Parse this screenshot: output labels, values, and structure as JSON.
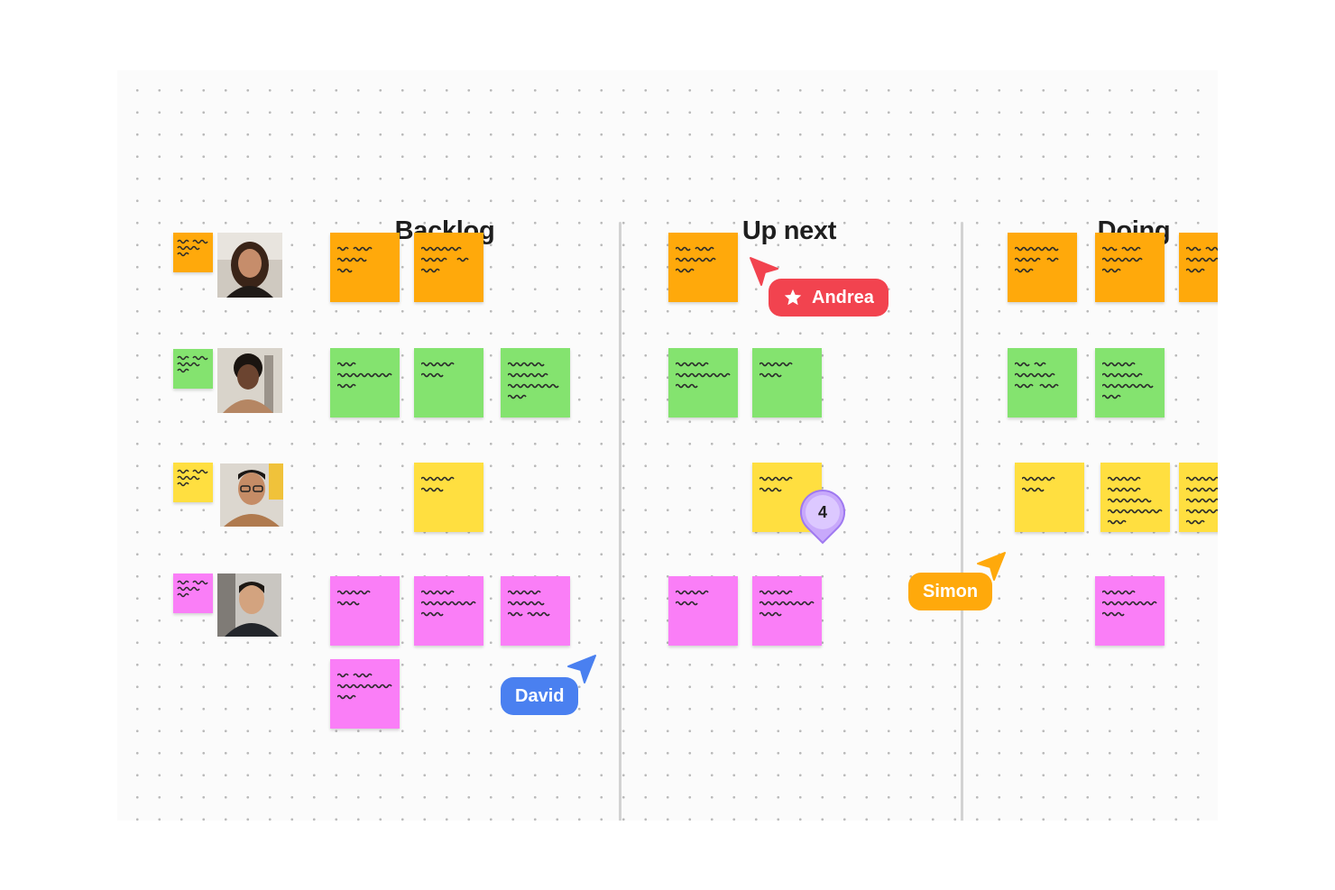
{
  "board": {
    "columns": [
      {
        "title": "Backlog"
      },
      {
        "title": "Up next"
      },
      {
        "title": "Doing"
      }
    ]
  },
  "colors": {
    "orange": "#ffa90b",
    "green": "#84e36f",
    "yellow": "#ffdf40",
    "pink": "#fa7ef7",
    "andrea": "#f2434f",
    "david": "#4a80f0",
    "simon": "#ffa90b",
    "comment": "#c8a9fb"
  },
  "collaborators": {
    "andrea": {
      "name": "Andrea",
      "icon": "star-icon"
    },
    "david": {
      "name": "David"
    },
    "simon": {
      "name": "Simon"
    }
  },
  "comment": {
    "count": "4"
  },
  "rows": [
    {
      "avatar": "person-icon"
    },
    {
      "avatar": "person-icon"
    },
    {
      "avatar": "person-icon"
    },
    {
      "avatar": "person-icon"
    }
  ]
}
